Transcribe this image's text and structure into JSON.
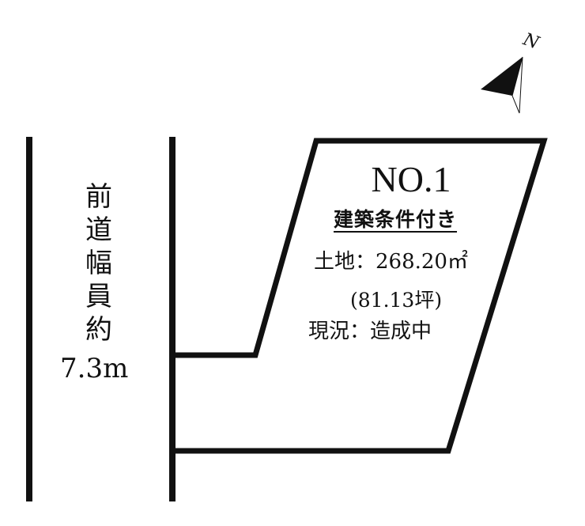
{
  "plot": {
    "number": "NO.1",
    "condition": "建築条件付き",
    "area": "土地：268.20㎡",
    "area_tsubo": "(81.13坪)",
    "status": "現況：造成中"
  },
  "road": {
    "label_chars": [
      "前",
      "道",
      "幅",
      "員",
      "約"
    ],
    "width": "7.3m"
  },
  "compass": {
    "label": "N"
  }
}
